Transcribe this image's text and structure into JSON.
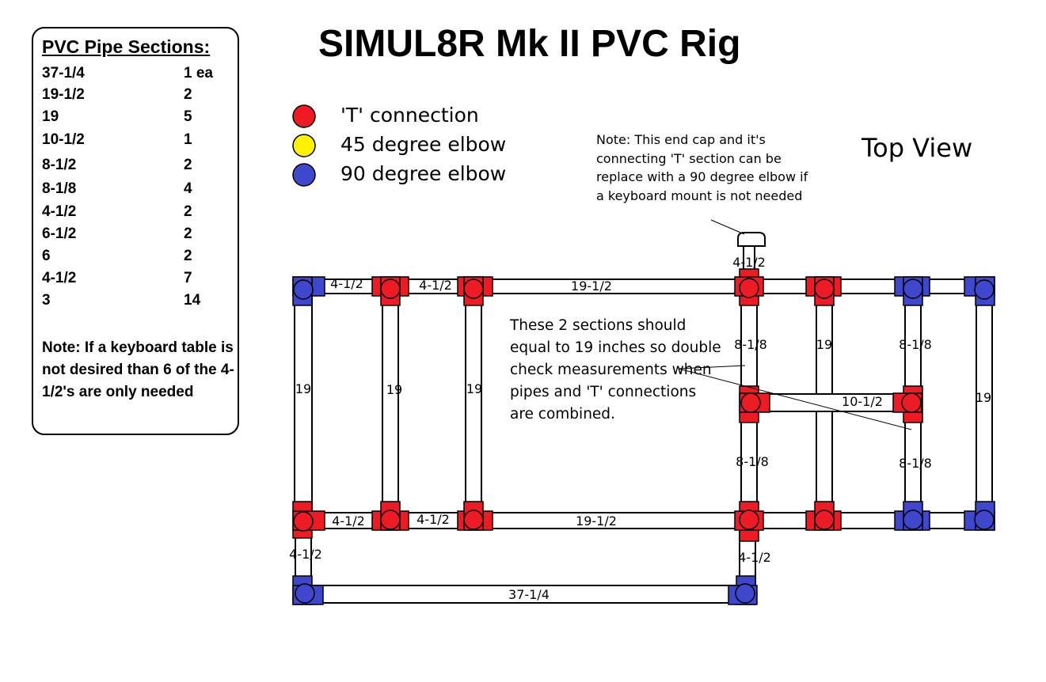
{
  "title": "SIMUL8R Mk II PVC Rig",
  "view_label": "Top View",
  "parts_list": {
    "heading": "PVC Pipe Sections:",
    "rows": [
      {
        "length": "37-1/4",
        "qty": "1 ea"
      },
      {
        "length": "19-1/2",
        "qty": "2"
      },
      {
        "length": "19",
        "qty": "5"
      },
      {
        "length": "10-1/2",
        "qty": "1"
      },
      {
        "length": "8-1/2",
        "qty": "2"
      },
      {
        "length": "8-1/8",
        "qty": "4"
      },
      {
        "length": "4-1/2",
        "qty": "2"
      },
      {
        "length": "6-1/2",
        "qty": "2"
      },
      {
        "length": "6",
        "qty": "2"
      },
      {
        "length": "4-1/2",
        "qty": "7"
      },
      {
        "length": "3",
        "qty": "14"
      }
    ],
    "note": "Note: If a keyboard table is not desired than 6 of the 4-1/2's are only needed"
  },
  "legend": [
    {
      "label": "'T' connection",
      "color": "#ed1c24"
    },
    {
      "label": "45 degree elbow",
      "color": "#fff200"
    },
    {
      "label": "90 degree elbow",
      "color": "#3f48cc"
    }
  ],
  "notes": {
    "end_cap": "Note: This end cap and it's connecting 'T' section can be replace with a 90 degree elbow if a keyboard mount is not needed",
    "sections": "These 2 sections should equal to 19 inches so double check measurements when pipes and 'T' connections are combined."
  },
  "pipe_labels": {
    "top_left_h": "4-1/2",
    "top_second_h": "4-1/2",
    "top_long_h": "19-1/2",
    "cap_pipe": "4-1/2",
    "left_v": "19",
    "second_v": "19",
    "third_v": "19",
    "right_t_upper_v": "8-1/8",
    "mid_v": "19",
    "right_elbow_upper_v": "8-1/8",
    "far_right_v": "19",
    "cross_h": "10-1/2",
    "right_t_lower_v": "8-1/8",
    "right_elbow_lower_v": "8-1/8",
    "bottom_left_h": "4-1/2",
    "bottom_second_h": "4-1/2",
    "bottom_long_h": "19-1/2",
    "bottom_left_drop": "4-1/2",
    "bottom_right_drop": "4-1/2",
    "base_h": "37-1/4"
  },
  "colors": {
    "tee": "#ed1c24",
    "elbow45": "#fff200",
    "elbow90": "#3f48cc",
    "pipe": "#ffffff",
    "outline": "#000000"
  }
}
